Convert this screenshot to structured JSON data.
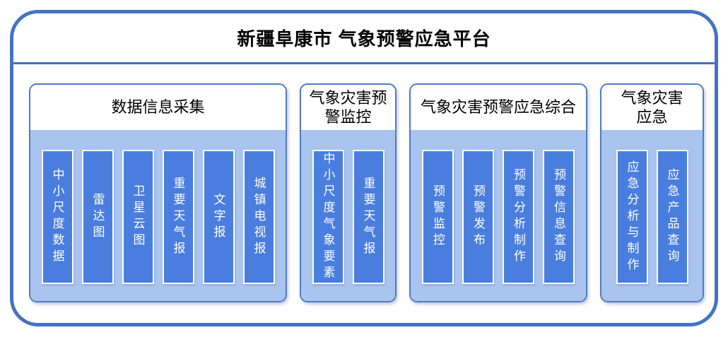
{
  "title": "新疆阜康市 气象预警应急平台",
  "colors": {
    "frame_border": "#4472C4",
    "group_border": "#4F7AC6",
    "group_body": "#A9C4EE",
    "bar_fill": "#4A7EDE",
    "bar_border": "#FFFFFF",
    "bar_text": "#FFFFFF",
    "header_text": "#000000",
    "title_text": "#000000"
  },
  "groups": [
    {
      "title": "数据信息采集",
      "items": [
        "中小尺度数据",
        "雷达图",
        "卫星云图",
        "重要天气报",
        "文字报",
        "城镇电视报"
      ]
    },
    {
      "title": "气象灾害预警监控",
      "items": [
        "中小尺度气象要素",
        "重要天气报"
      ]
    },
    {
      "title": "气象灾害预警应急综合",
      "items": [
        "预警监控",
        "预警发布",
        "预警分析制作",
        "预警信息查询"
      ]
    },
    {
      "title": "气象灾害应急",
      "items": [
        "应急分析与制作",
        "应急产品查询"
      ]
    }
  ]
}
